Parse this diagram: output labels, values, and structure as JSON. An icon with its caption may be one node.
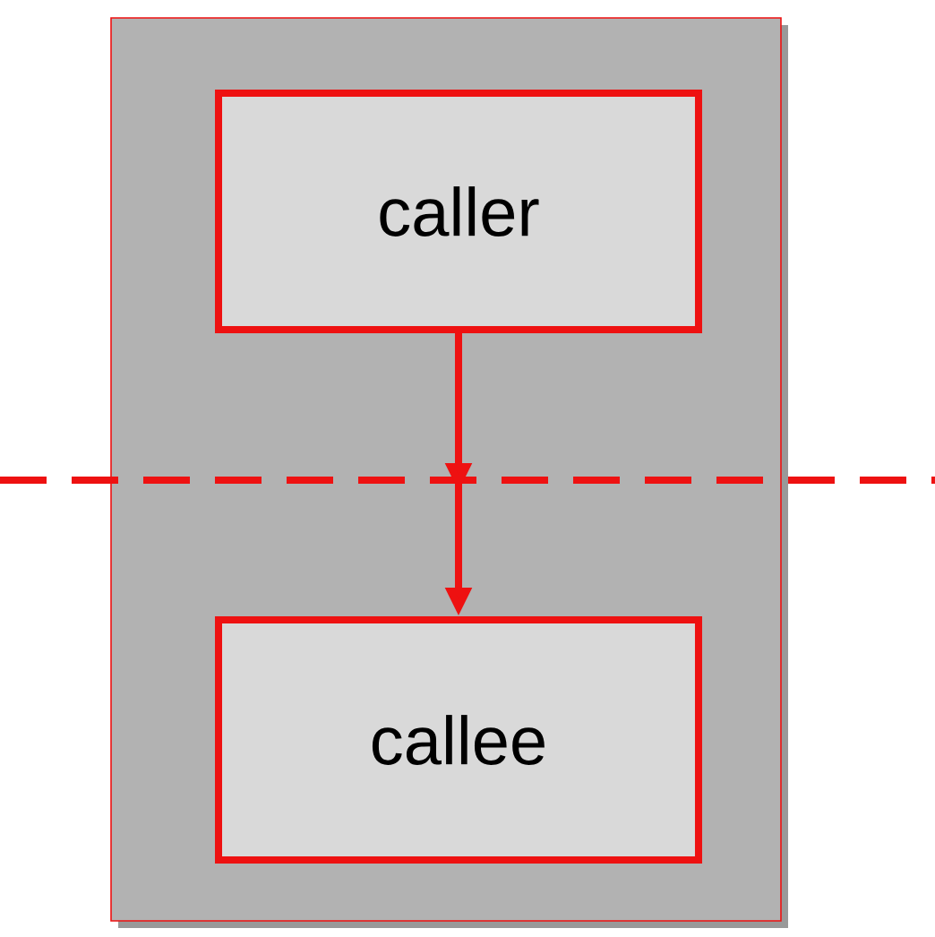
{
  "diagram": {
    "nodes": [
      {
        "text": [],
        "shape": "box"
      },
      {
        "text": [
          "caller"
        ],
        "in": 0
      },
      {
        "text": [
          "callee"
        ],
        "in": 0
      }
    ],
    "edges": [
      {
        "from": 1,
        "to": 2,
        "arrow": "to"
      }
    ]
  }
}
